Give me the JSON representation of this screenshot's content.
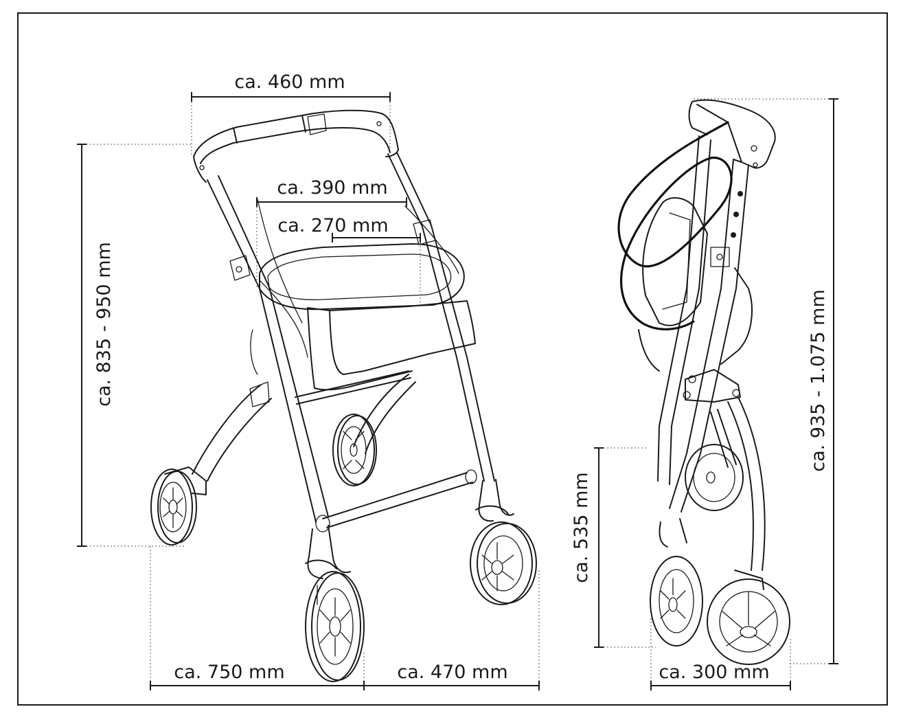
{
  "labels": {
    "handle_width": "ca. 460 mm",
    "seat_width": "ca. 390 mm",
    "seat_depth": "ca. 270 mm",
    "handle_height": "ca. 835 - 950 mm",
    "length": "ca. 750 mm",
    "width": "ca. 470 mm",
    "folded_height": "ca. 535 mm",
    "folded_total_height": "ca. 935 - 1.075 mm",
    "folded_depth": "ca. 300 mm"
  }
}
